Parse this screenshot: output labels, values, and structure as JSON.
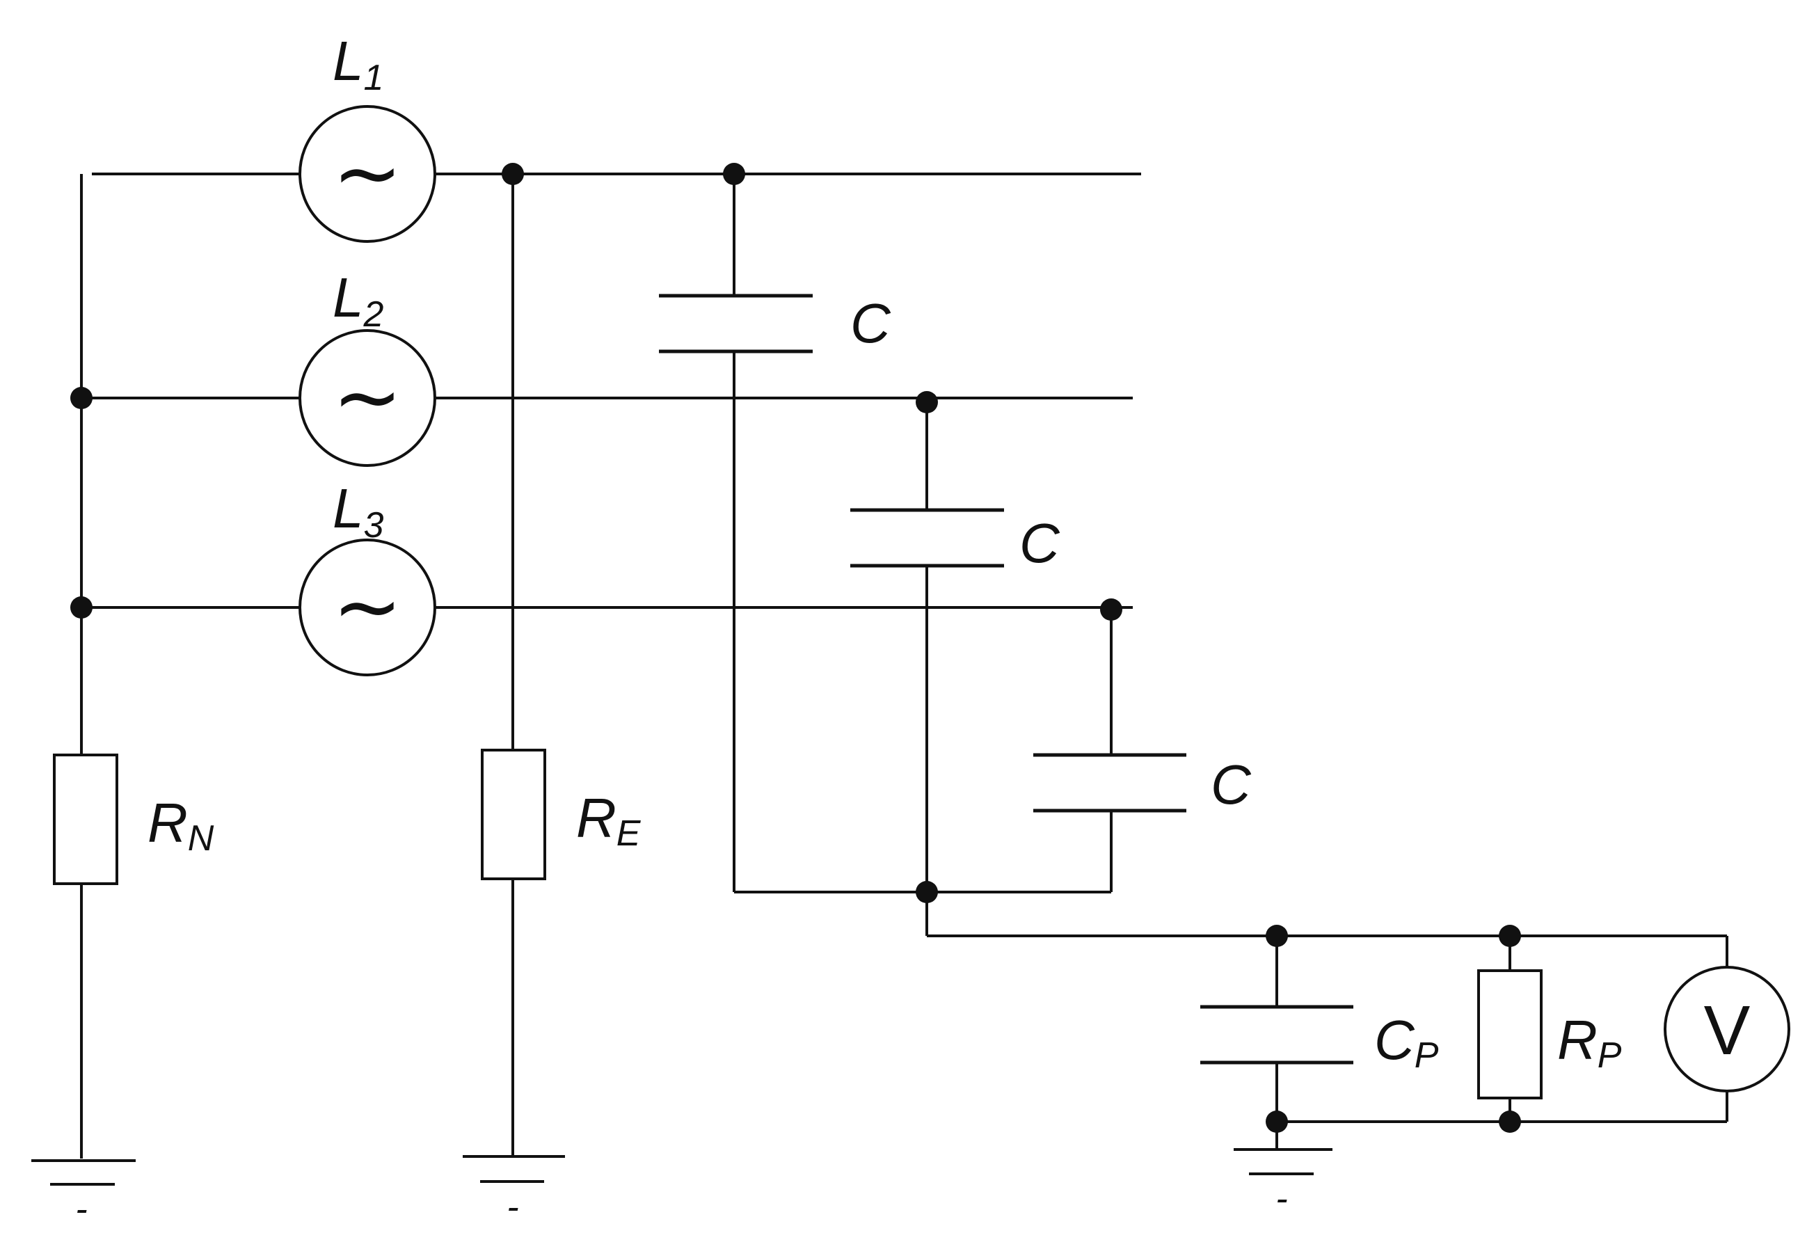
{
  "labels": {
    "L1": {
      "main": "L",
      "sub": "1"
    },
    "L2": {
      "main": "L",
      "sub": "2"
    },
    "L3": {
      "main": "L",
      "sub": "3"
    },
    "C_top": "C",
    "C_mid": "C",
    "C_bot": "C",
    "RN": {
      "main": "R",
      "sub": "N"
    },
    "RE": {
      "main": "R",
      "sub": "E"
    },
    "CP": {
      "main": "C",
      "sub": "P"
    },
    "RP": {
      "main": "R",
      "sub": "P"
    },
    "meter": "V",
    "source_glyph": "~",
    "ground_mark": "-"
  }
}
